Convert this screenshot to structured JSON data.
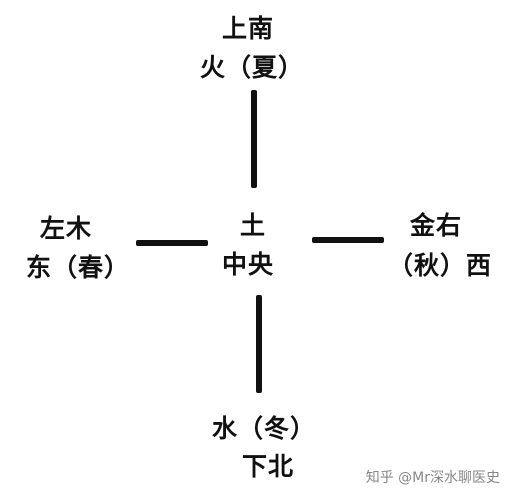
{
  "diagram": {
    "top": {
      "line1": "上南",
      "line2": "火（夏）"
    },
    "left": {
      "line1": "左木",
      "line2": "东（春）"
    },
    "center": {
      "line1": "土",
      "line2": "中央"
    },
    "right": {
      "line1": "金右",
      "line2": "（秋）西"
    },
    "bottom": {
      "line1": "水（冬）",
      "line2": "下北"
    }
  },
  "watermark": "知乎 @Mr深水聊医史"
}
